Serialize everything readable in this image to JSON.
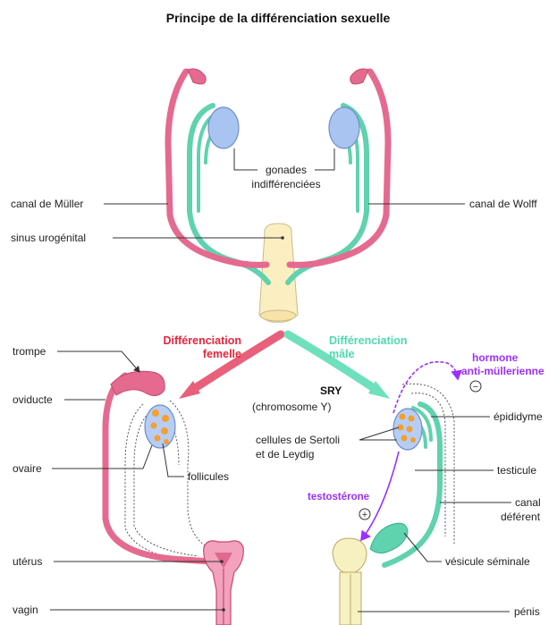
{
  "title": "Principe de la différenciation sexuelle",
  "labels": {
    "gonades_line1": "gonades",
    "gonades_line2": "indifférenciées",
    "canal_muller": "canal de Müller",
    "canal_wolff": "canal de Wolff",
    "sinus": "sinus urogénital",
    "diff_femelle_l1": "Différenciation",
    "diff_femelle_l2": "femelle",
    "diff_male_l1": "Différenciation",
    "diff_male_l2": "mâle",
    "sry": "SRY",
    "chromosome": "(chromosome Y)",
    "hormone_l1": "hormone",
    "hormone_l2": "anti-müllerienne",
    "minus": "−",
    "plus": "+",
    "trompe": "trompe",
    "oviducte": "oviducte",
    "ovaire": "ovaire",
    "follicules": "follicules",
    "uterus": "utérus",
    "vagin": "vagin",
    "sertoli_l1": "cellules de Sertoli",
    "sertoli_l2": "et de Leydig",
    "epididyme": "épididyme",
    "testicule": "testicule",
    "canal_def_l1": "canal",
    "canal_def_l2": "déférent",
    "testosterone": "testostérone",
    "vesicule": "vésicule séminale",
    "penis": "pénis"
  },
  "colors": {
    "muller": "#e56a8f",
    "wolff": "#5fd2ae",
    "gonad": "#a9c4f0",
    "sinus": "#fbefc2",
    "femelle": "#e8243b",
    "male": "#4fd9b0",
    "hormone": "#9b30ff",
    "follicle": "#f2a030"
  }
}
